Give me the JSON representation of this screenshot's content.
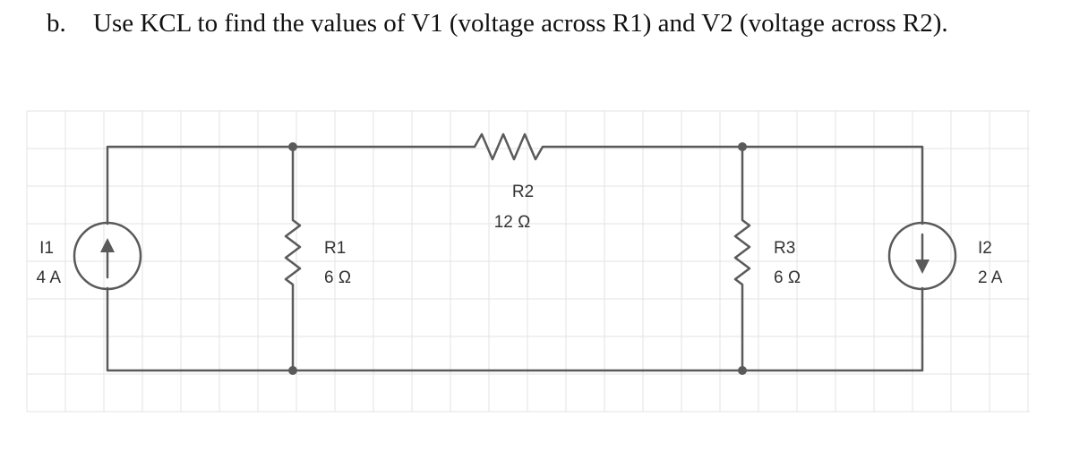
{
  "question": {
    "marker": "b.",
    "text": "Use KCL to find the values of V1 (voltage across R1) and V2 (voltage across R2)."
  },
  "components": {
    "i1": {
      "name": "I1",
      "value": "4 A"
    },
    "r1": {
      "name": "R1",
      "value": "6 Ω"
    },
    "r2": {
      "name": "R2",
      "value": "12 Ω"
    },
    "r3": {
      "name": "R3",
      "value": "6 Ω"
    },
    "i2": {
      "name": "I2",
      "value": "2 A"
    }
  },
  "colors": {
    "wire": "#5a5a5a",
    "grid": "#e3e3e3",
    "text": "#111111"
  }
}
